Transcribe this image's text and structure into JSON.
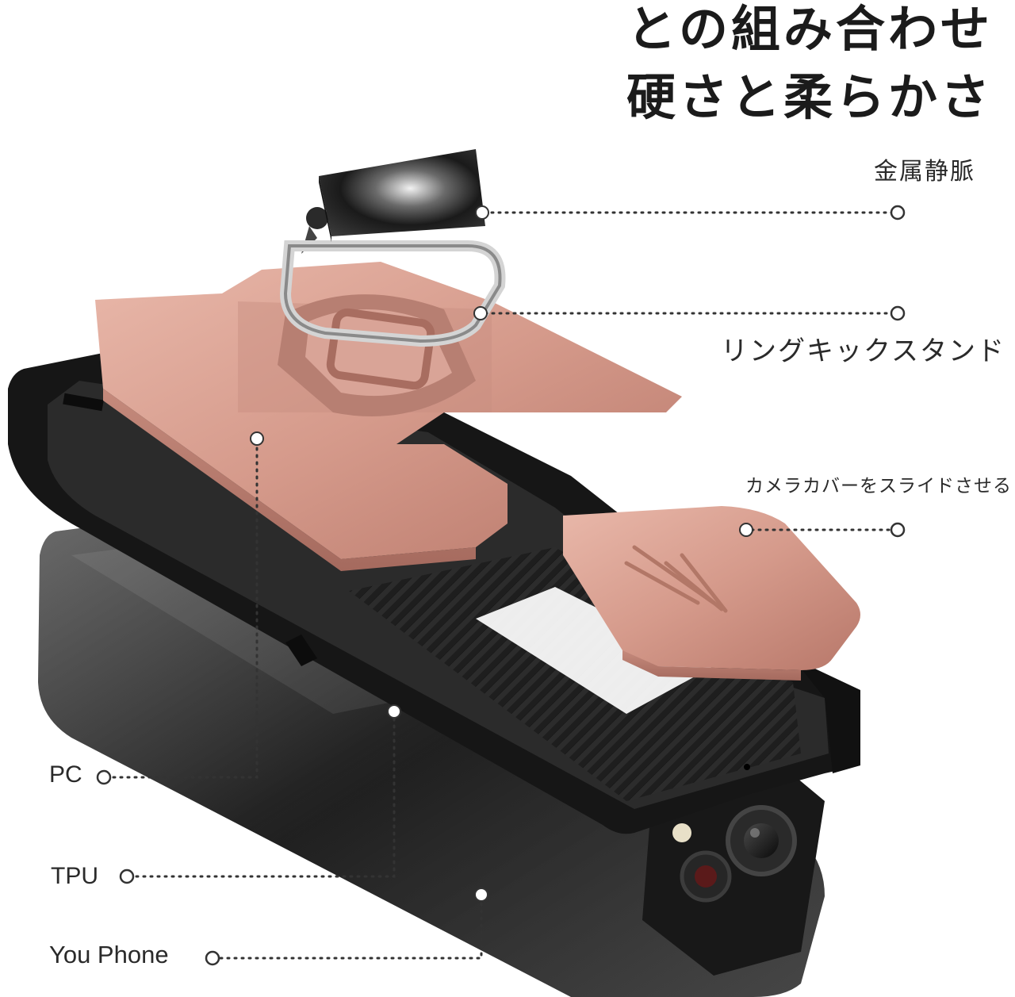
{
  "headline": {
    "line1": "との組み合わせ",
    "line2": "硬さと柔らかさ"
  },
  "callouts": {
    "metal_plate": "金属静脈",
    "ring_stand": "リングキックスタンド",
    "camera_slider": "カメラカバーをスライドさせる",
    "pc_layer": "PC",
    "tpu_layer": "TPU",
    "phone": "You Phone"
  },
  "colors": {
    "rose_gold": "#d9a092",
    "rose_gold_dark": "#b97d70",
    "case_black": "#1c1c1c",
    "phone_body": "#2a2a2a",
    "leader_line": "#333333"
  }
}
